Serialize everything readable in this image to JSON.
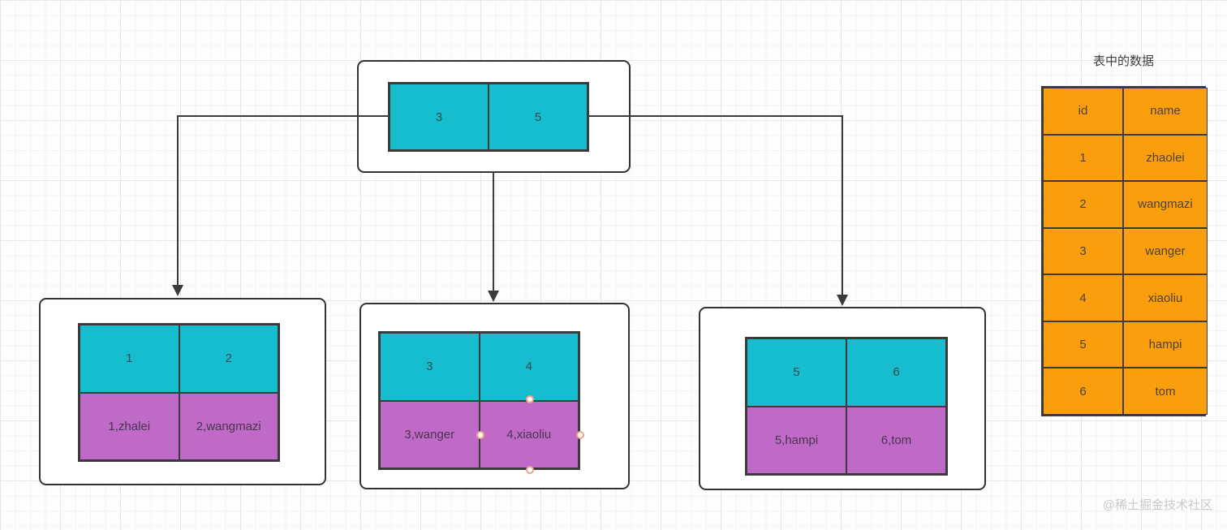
{
  "colors": {
    "key-fill": "#15bdce",
    "record-fill": "#c06ac8",
    "table-fill": "#fb9e0e",
    "line": "#3b3b3b",
    "node-fill": "#ffffff",
    "handle-border": "#eda487",
    "watermark-color": "#c9c9c9"
  },
  "tree": {
    "root": {
      "keys": [
        "3",
        "5"
      ]
    },
    "leaves": [
      {
        "keys": [
          "1",
          "2"
        ],
        "records": [
          "1,zhalei",
          "2,wangmazi"
        ]
      },
      {
        "keys": [
          "3",
          "4"
        ],
        "records": [
          "3,wanger",
          "4,xiaoliu"
        ]
      },
      {
        "keys": [
          "5",
          "6"
        ],
        "records": [
          "5,hampi",
          "6,tom"
        ]
      }
    ]
  },
  "table": {
    "title": "表中的数据",
    "headers": [
      "id",
      "name"
    ],
    "rows": [
      [
        "1",
        "zhaolei"
      ],
      [
        "2",
        "wangmazi"
      ],
      [
        "3",
        "wanger"
      ],
      [
        "4",
        "xiaoliu"
      ],
      [
        "5",
        "hampi"
      ],
      [
        "6",
        "tom"
      ]
    ]
  },
  "watermark": "@稀土掘金技术社区"
}
